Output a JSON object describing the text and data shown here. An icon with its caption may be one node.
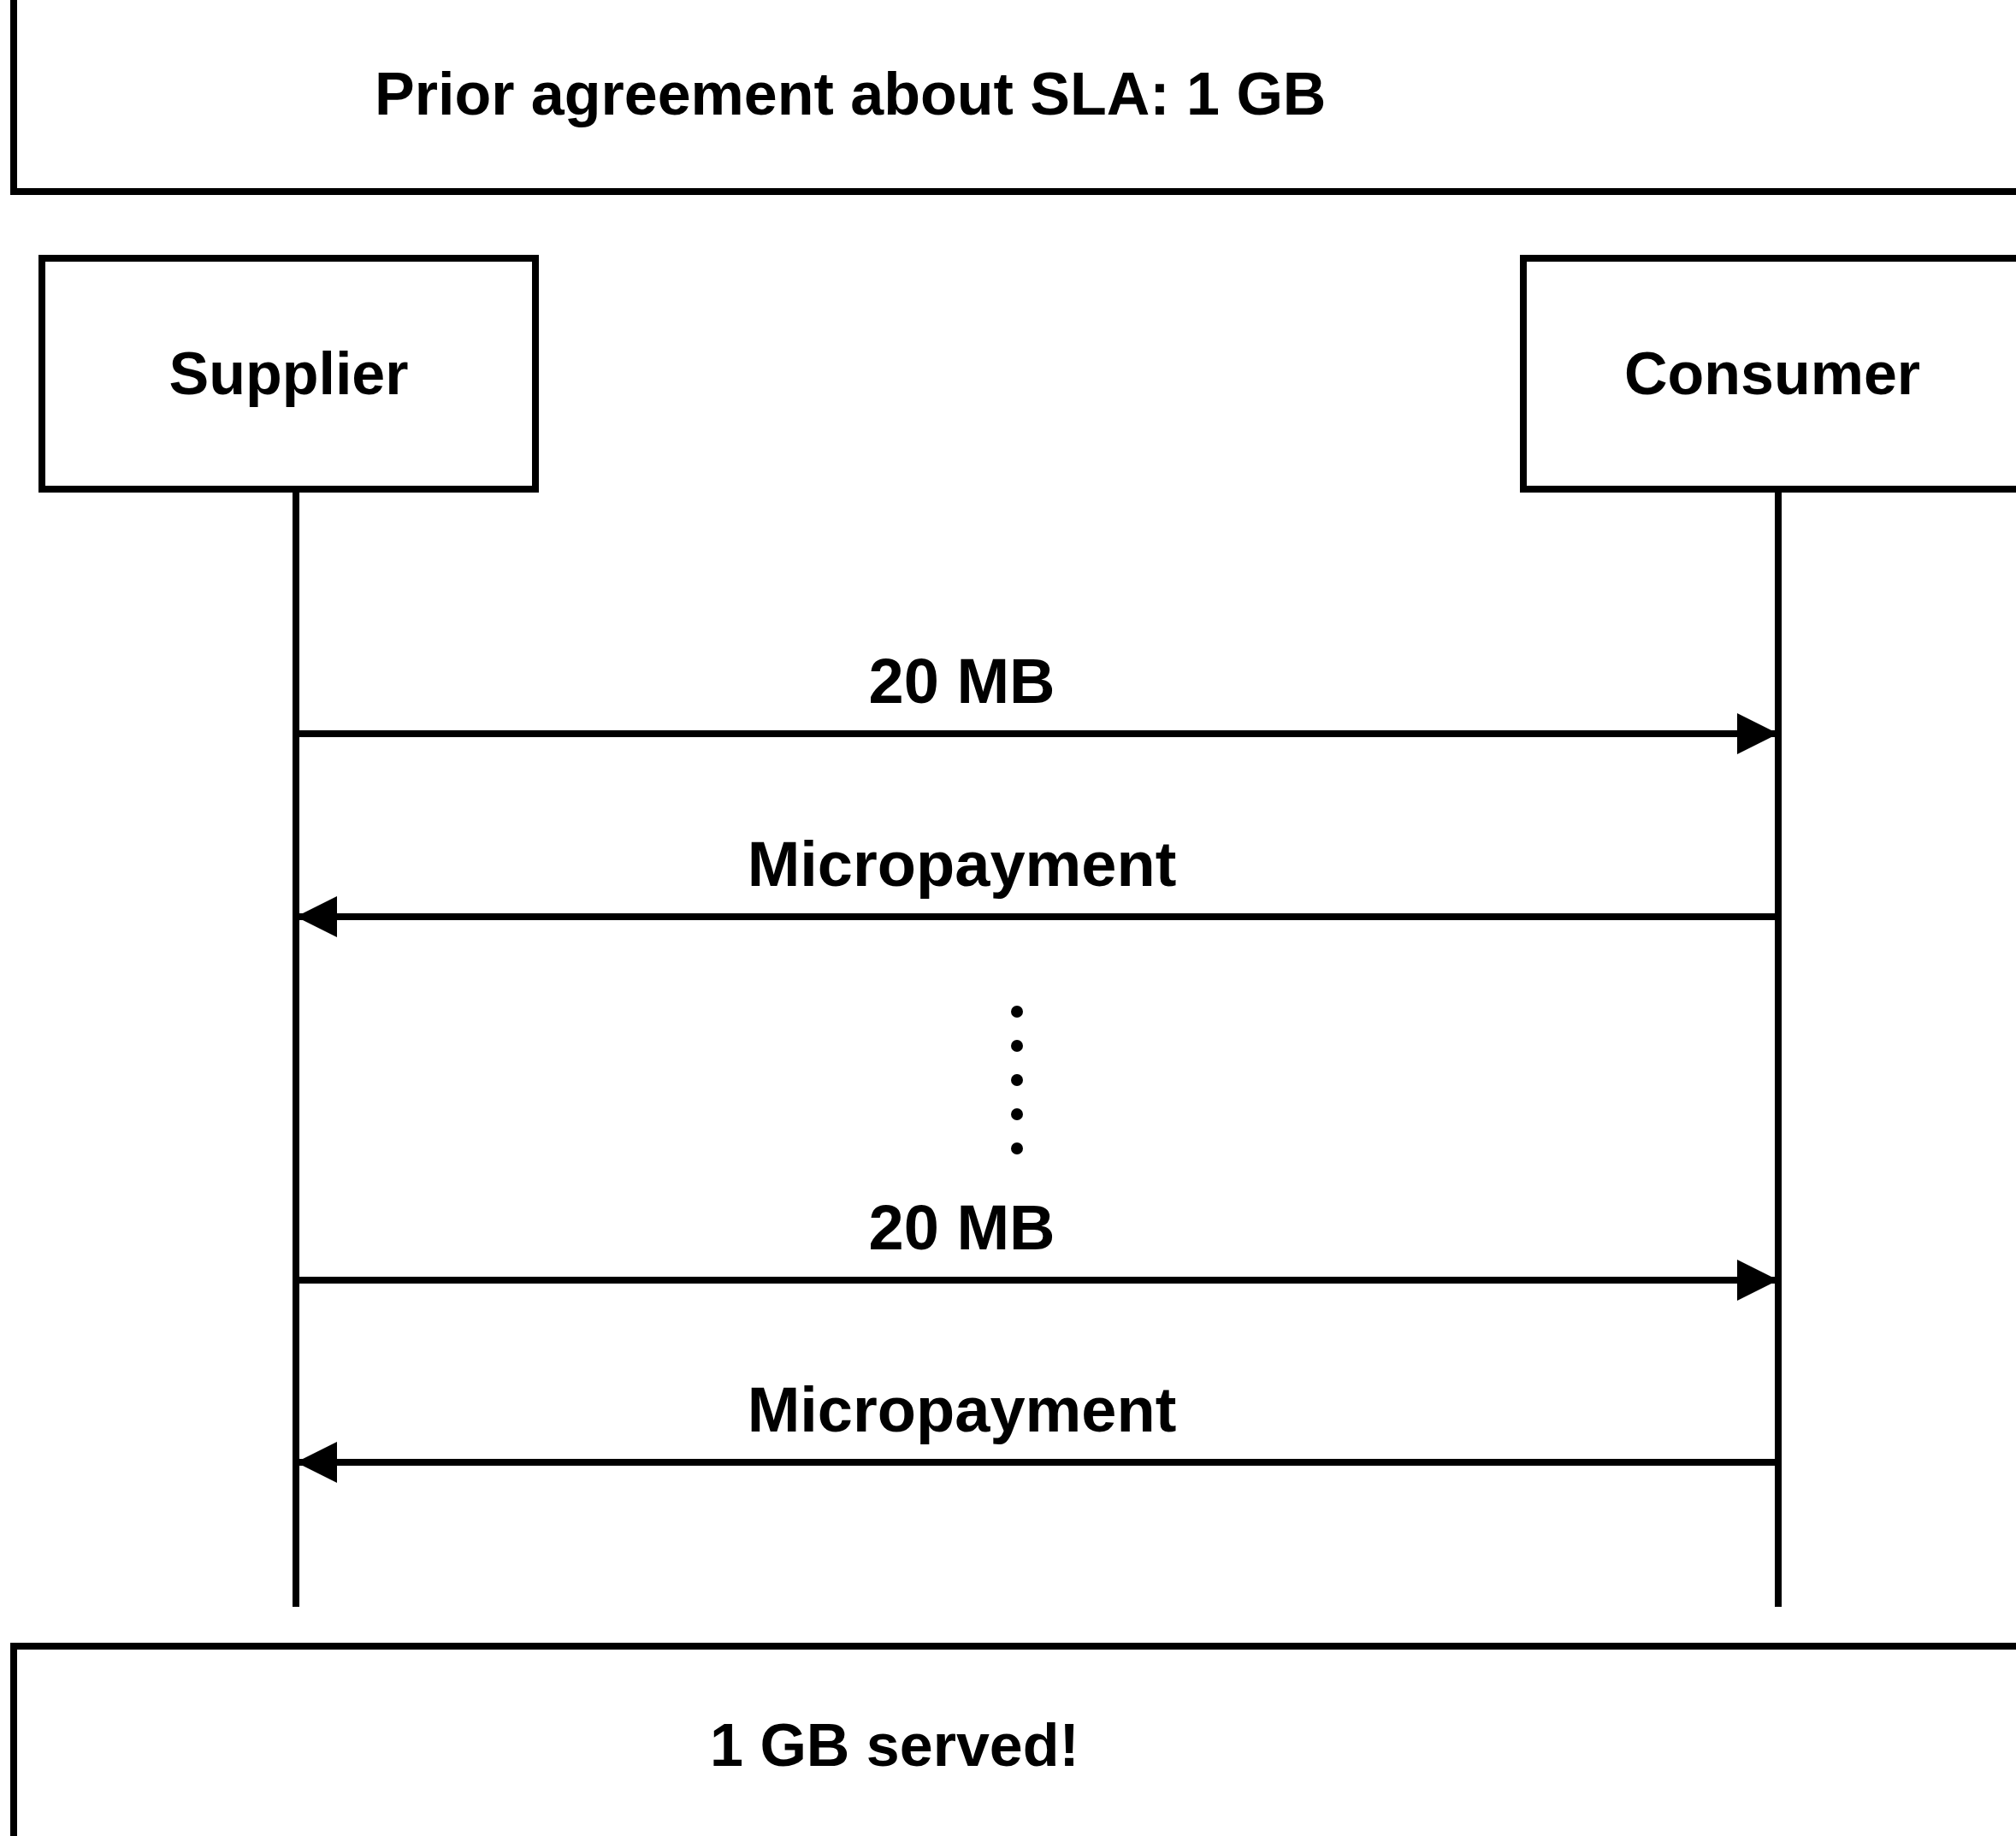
{
  "diagram": {
    "nodes": [
      {
        "text": [
          "Prior agreement about SLA: 1 GB"
        ]
      },
      {
        "text": [
          "Supplier"
        ]
      },
      {
        "text": [
          "Consumer"
        ]
      },
      {
        "text": [
          "1 GB served!"
        ]
      }
    ],
    "edges": [
      {
        "from": 1,
        "to": 2,
        "arrow": "to",
        "label": "20 MB"
      },
      {
        "from": 2,
        "to": 1,
        "arrow": "to",
        "label": "Micropayment"
      },
      {
        "from": 1,
        "to": 2,
        "arrow": "to",
        "label": "20 MB"
      },
      {
        "from": 2,
        "to": 1,
        "arrow": "to",
        "label": "Micropayment"
      }
    ]
  }
}
